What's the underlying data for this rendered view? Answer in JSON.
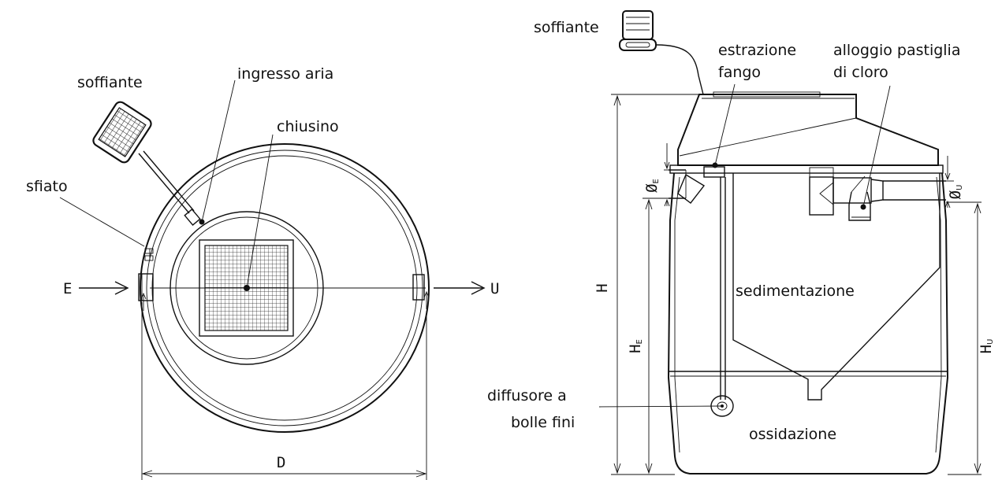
{
  "plan_view": {
    "labels": {
      "soffiante": "soffiante",
      "ingresso_aria": "ingresso aria",
      "chiusino": "chiusino",
      "sfiato": "sfiato",
      "inlet": "E",
      "outlet": "U",
      "diameter": "D"
    }
  },
  "section_view": {
    "labels": {
      "soffiante": "soffiante",
      "estrazione_line1": "estrazione",
      "estrazione_line2": "fango",
      "alloggio_line1": "alloggio pastiglia",
      "alloggio_line2": "di cloro",
      "sedimentazione": "sedimentazione",
      "ossidazione": "ossidazione",
      "diffusore_line1": "diffusore a",
      "diffusore_line2": "bolle fini",
      "height": "H",
      "inlet_height": "H",
      "inlet_height_sub": "E",
      "outlet_height": "H",
      "outlet_height_sub": "U",
      "inlet_diameter": "Ø",
      "inlet_diameter_sub": "E",
      "outlet_diameter": "Ø",
      "outlet_diameter_sub": "U"
    }
  }
}
